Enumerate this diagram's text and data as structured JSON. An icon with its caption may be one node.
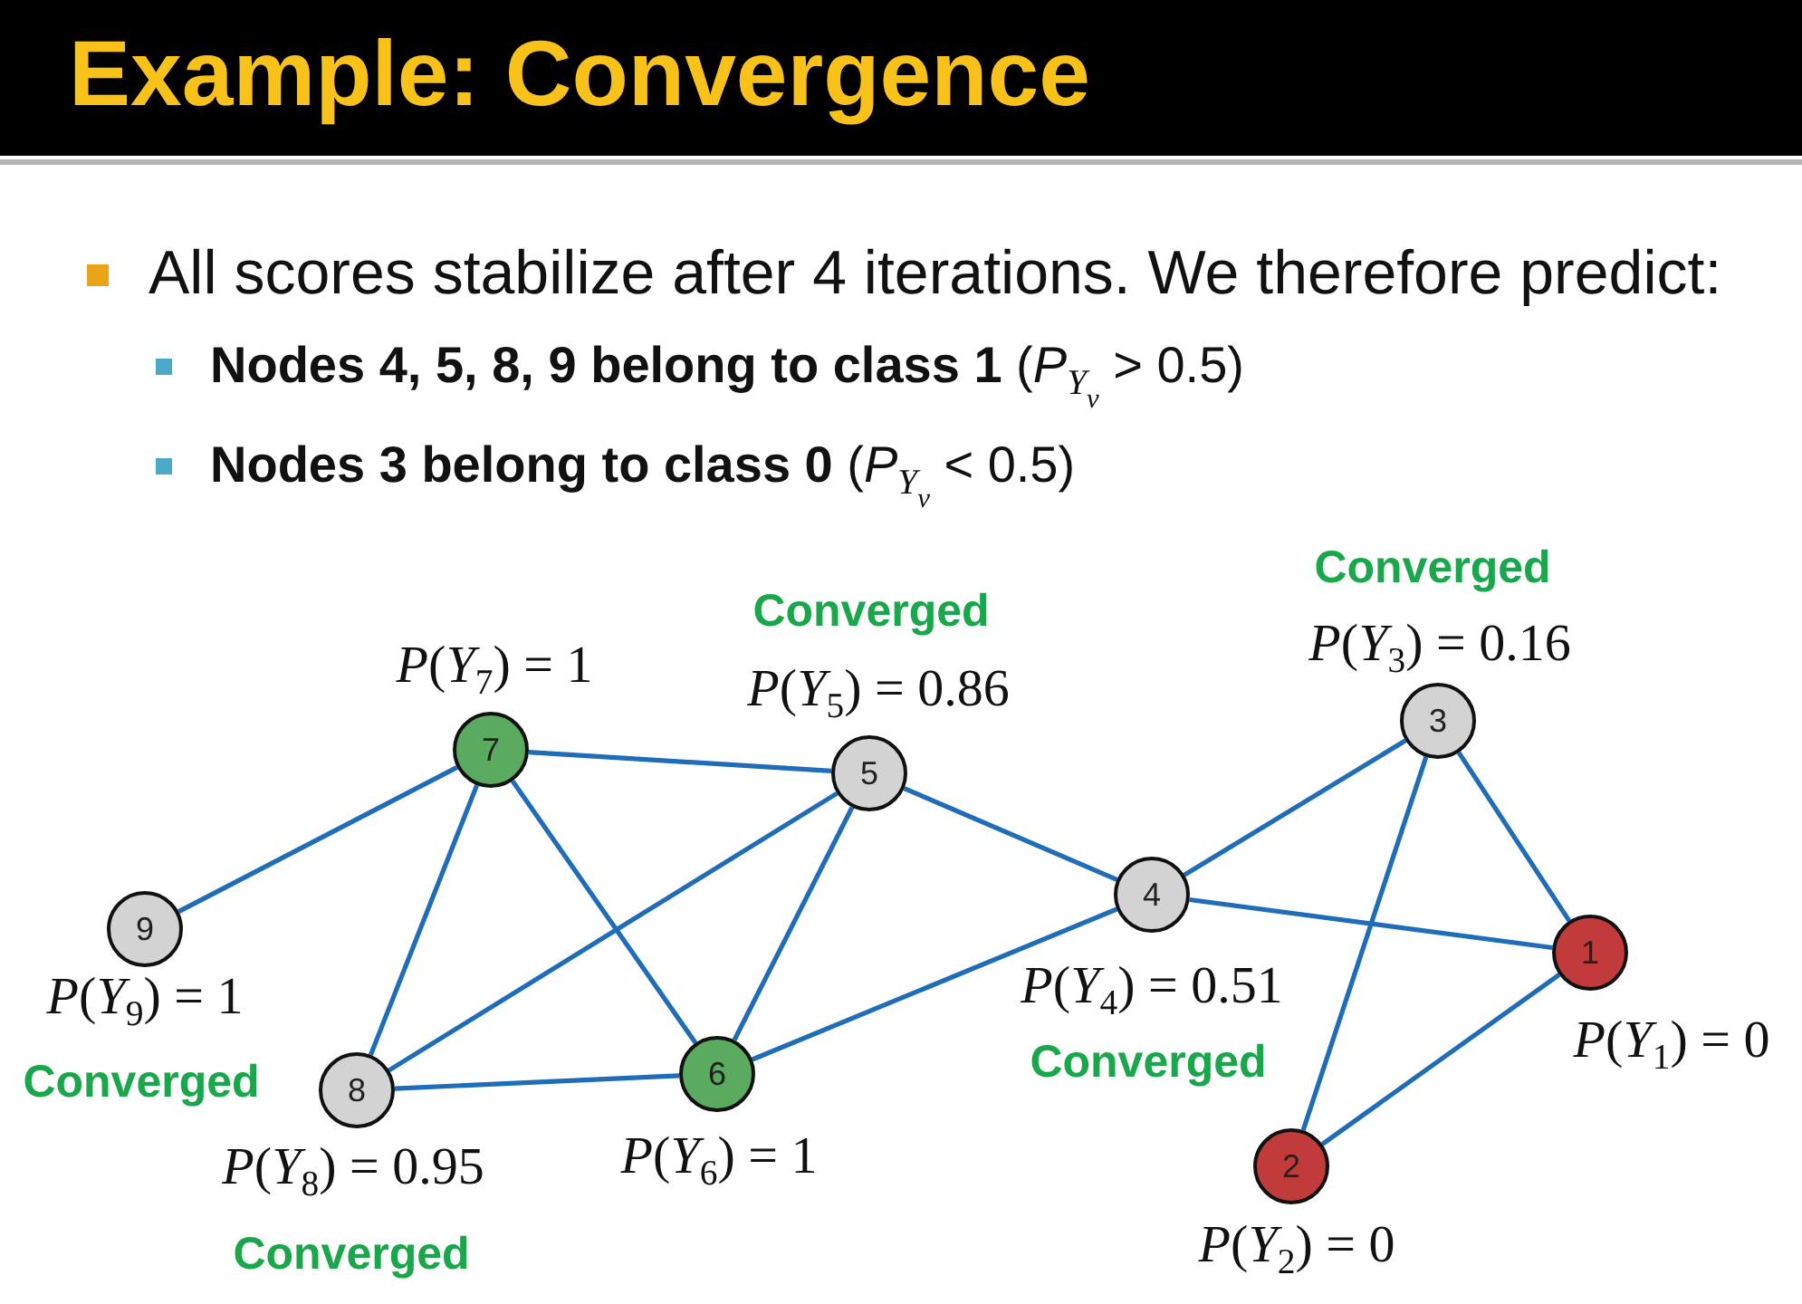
{
  "diagram": {
    "title": "Example: Convergence",
    "nodes": [
      {
        "text": [
          "3"
        ],
        "beside": [
          "Converged",
          "*P*(*Y*$_{3}$) = 0.16"
        ]
      },
      {
        "text": [
          "7"
        ],
        "beside": [
          "*P*(*Y*$_{7}$) = 1"
        ]
      },
      {
        "text": [
          "5"
        ],
        "beside": [
          "Converged",
          "*P*(*Y*$_{5}$) = 0.86"
        ]
      },
      {
        "text": [
          "4"
        ],
        "beside": [
          "*P*(*Y*$_{4}$) = 0.51",
          "Converged"
        ]
      },
      {
        "text": [
          "9"
        ],
        "beside": [
          "*P*(*Y*$_{9}$) = 1",
          "Converged"
        ]
      },
      {
        "text": [
          "1"
        ],
        "beside": [
          "*P*(*Y*$_{1}$) = 0"
        ]
      },
      {
        "text": [
          "6"
        ],
        "beside": [
          "*P*(*Y*$_{6}$) = 1"
        ]
      },
      {
        "text": [
          "8"
        ],
        "beside": [
          "*P*(*Y*$_{8}$) = 0.95",
          "Converged"
        ]
      },
      {
        "text": [
          "2"
        ],
        "beside": [
          "*P*(*Y*$_{2}$) = 0"
        ]
      }
    ],
    "edges": [
      {
        "from": 1,
        "to": 4,
        "arrow": "none"
      },
      {
        "from": 1,
        "to": 2,
        "arrow": "none"
      },
      {
        "from": 1,
        "to": 7,
        "arrow": "none"
      },
      {
        "from": 1,
        "to": 6,
        "arrow": "none"
      },
      {
        "from": 2,
        "to": 7,
        "arrow": "none"
      },
      {
        "from": 2,
        "to": 6,
        "arrow": "none"
      },
      {
        "from": 2,
        "to": 3,
        "arrow": "none"
      },
      {
        "from": 7,
        "to": 6,
        "arrow": "none"
      },
      {
        "from": 6,
        "to": 3,
        "arrow": "none"
      },
      {
        "from": 3,
        "to": 0,
        "arrow": "none"
      },
      {
        "from": 3,
        "to": 5,
        "arrow": "none"
      },
      {
        "from": 0,
        "to": 8,
        "arrow": "none"
      },
      {
        "from": 0,
        "to": 5,
        "arrow": "none"
      },
      {
        "from": 5,
        "to": 8,
        "arrow": "none"
      }
    ],
    "labels": [
      "All scores stabilize after 4 iterations. We therefore predict:",
      "**Nodes 4, 5, 8, 9 belong to class 1** (*P*$_{Y}$$_{v}$ > 0.5)",
      "**Nodes 3 belong to class 0** (*P*$_{Y}$$_{v}$ < 0.5)"
    ]
  }
}
